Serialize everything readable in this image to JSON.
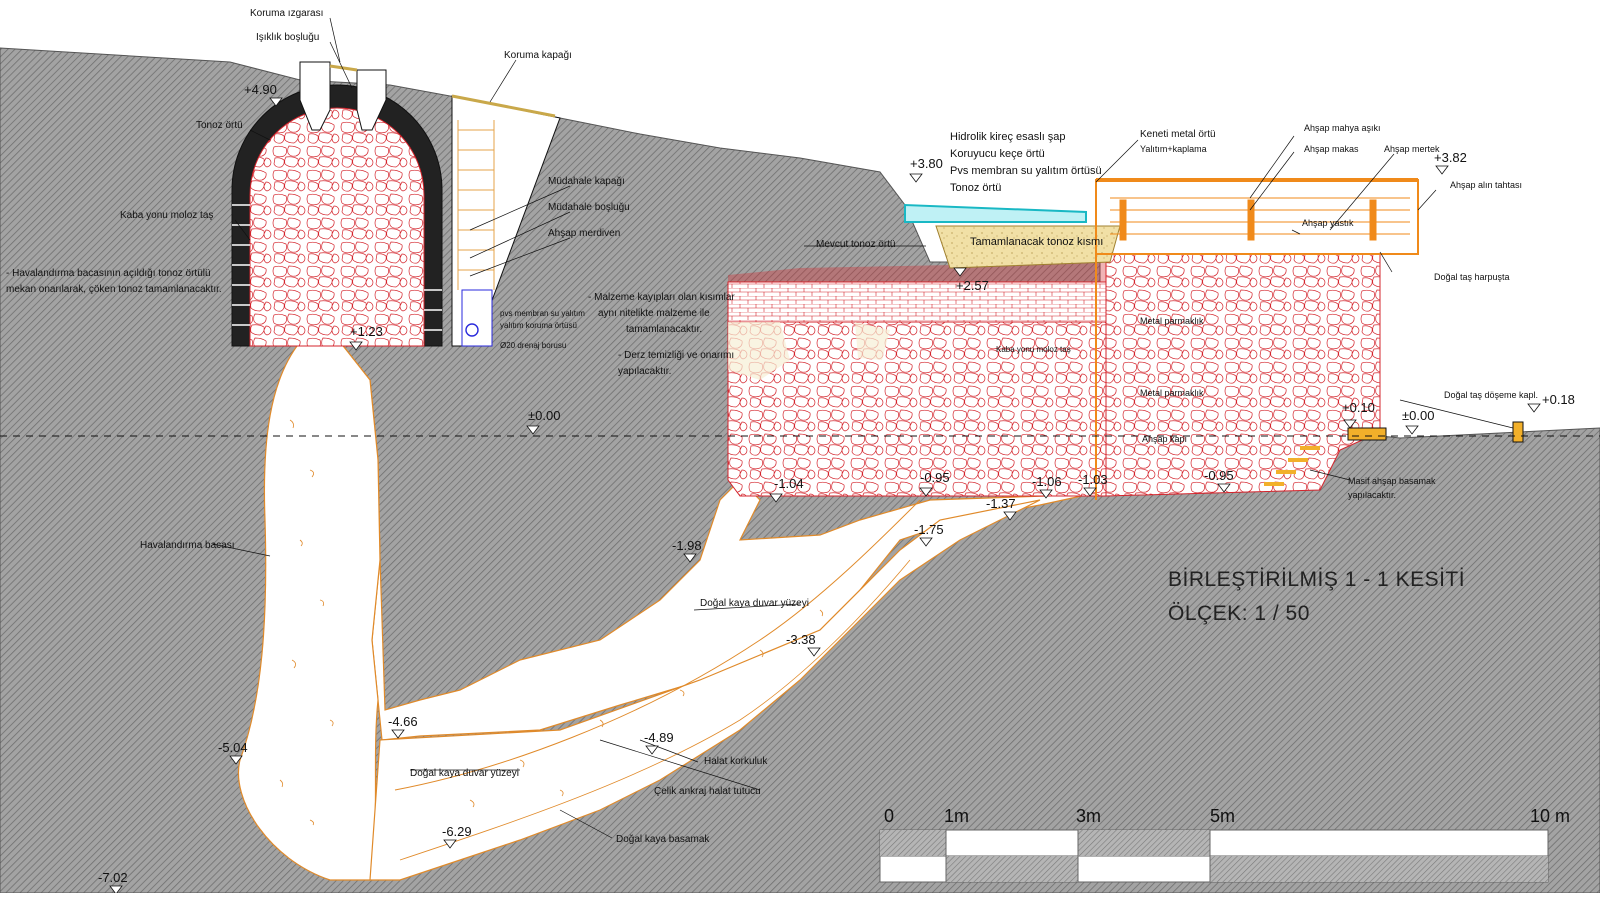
{
  "colors": {
    "rock_hatch": "#8a8a8a",
    "rock_bg": "#9a9a9a",
    "masonry_red": "#d4242c",
    "natural_rock_line": "#e08a2a",
    "timber_orange": "#f08a1a",
    "cyan_layer": "#19b8c4",
    "fill_yellow": "#f1e0a6",
    "blue_drain": "#2a2adc",
    "dark_line": "#111111"
  },
  "title": {
    "line1": "BİRLEŞTİRİLMİŞ   1 - 1 KESİTİ",
    "line2": "ÖLÇEK: 1 / 50"
  },
  "labels": {
    "koruma_izgarasi": "Koruma ızgarası",
    "isiklik_boslugu": "Işıklık boşluğu",
    "koruma_kapagi": "Koruma kapağı",
    "tonoz_ortu": "Tonoz örtü",
    "kaba_yonu_moloz_tas": "Kaba yonu moloz taş",
    "havalandirma_note_1": "- Havalandırma bacasının açıldığı tonoz örtülü",
    "havalandirma_note_2": "mekan onarılarak, çöken tonoz tamamlanacaktır.",
    "mudahale_kapagi": "Müdahale kapağı",
    "mudahale_boslugu": "Müdahale boşluğu",
    "ahsap_merdiven": "Ahşap merdiven",
    "pvs_membran_1": "pvs membran su yalıtım",
    "pvs_membran_2": "yalıtım koruma örtüsü",
    "drenaj_borusu": "Ø20 drenaj borusu",
    "malzeme_note_1": "- Malzeme kayıpları olan kısımlar",
    "malzeme_note_2": "aynı nitelikte malzeme ile",
    "malzeme_note_3": "tamamlanacaktır.",
    "derz_note_1": "- Derz temizliği ve onarımı",
    "derz_note_2": "yapılacaktır.",
    "hidrolik_1": "Hidrolik kireç esaslı şap",
    "hidrolik_2": "Koruyucu keçe örtü",
    "hidrolik_3": "Pvs membran su yalıtım örtüsü",
    "hidrolik_4": "Tonoz örtü",
    "mevcut_tonoz_ortu": "Mevcut tonoz örtü",
    "tamamlanacak_tonoz": "Tamamlanacak tonoz kısmı",
    "keneti_metal_ortu": "Keneti metal örtü",
    "yalitim_kaplama": "Yalıtım+kaplama",
    "ahsap_mahya_asiki": "Ahşap mahya aşıkı",
    "ahsap_makas": "Ahşap makas",
    "ahsap_mertek": "Ahşap mertek",
    "ahsap_alin_tahtasi": "Ahşap alın tahtası",
    "ahsap_yastik": "Ahşap yastık",
    "dogal_tas_harpusta": "Doğal taş harpuşta",
    "metal_parmaklik_1": "Metal parmaklık",
    "kaba_yonu_moloz_tas_2": "Kaba yonu moloz taş",
    "metal_parmaklik_2": "Metal parmaklık",
    "ahsap_kapi": "Ahşap kapı",
    "dogal_tas_doseme": "Doğal taş döşeme kapl.",
    "masif_ahsap_1": "Masif ahşap basamak",
    "masif_ahsap_2": "yapılacaktır.",
    "havalandirma_bacasi": "Havalandırma bacası",
    "dogal_kaya_duvar_1": "Doğal kaya duvar yüzeyi",
    "dogal_kaya_duvar_2": "Doğal kaya duvar yüzeyi",
    "halat_korkuluk": "Halat korkuluk",
    "celik_ankraj": "Çelik ankraj halat tutucu",
    "dogal_kaya_basamak": "Doğal kaya basamak"
  },
  "levels": {
    "p490": "+4.90",
    "p123": "+1.23",
    "pm000a": "±0.00",
    "p380": "+3.80",
    "p257": "+2.57",
    "p382": "+3.82",
    "p010": "+0.10",
    "pm000b": "±0.00",
    "p018": "+0.18",
    "m104": "-1.04",
    "m095a": "-0.95",
    "m106": "-1.06",
    "m103": "-1.03",
    "m095b": "-0.95",
    "m137": "-1.37",
    "m175": "-1.75",
    "m198": "-1.98",
    "m338": "-3.38",
    "m466": "-4.66",
    "m504": "-5.04",
    "m489": "-4.89",
    "m629": "-6.29",
    "m702": "-7.02"
  },
  "scale_bar": {
    "ticks": [
      "0",
      "1m",
      "3m",
      "5m",
      "10 m"
    ]
  }
}
